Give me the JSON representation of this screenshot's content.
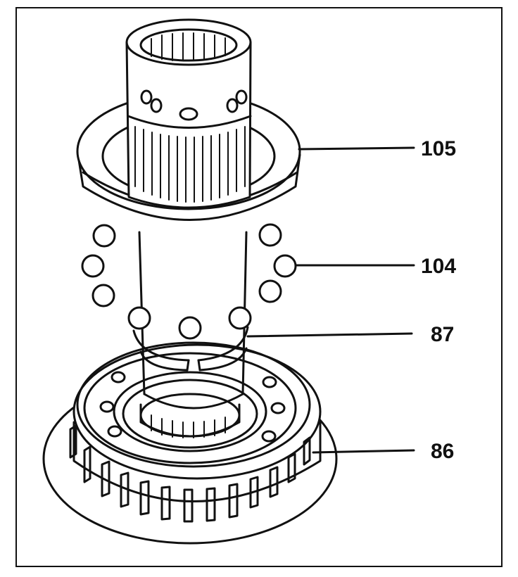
{
  "figure": {
    "callouts": [
      {
        "id": "105",
        "label": "105"
      },
      {
        "id": "104",
        "label": "104"
      },
      {
        "id": "87",
        "label": "87"
      },
      {
        "id": "86",
        "label": "86"
      }
    ]
  },
  "colors": {
    "ink": "#111111",
    "paper": "#ffffff"
  }
}
